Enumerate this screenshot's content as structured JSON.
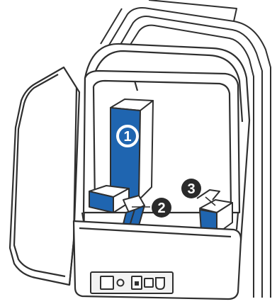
{
  "callouts": [
    {
      "id": "callout-1",
      "label": "1",
      "fill": "#1f65b0"
    },
    {
      "id": "callout-2",
      "label": "2",
      "fill": "#2a2a2a"
    },
    {
      "id": "callout-3",
      "label": "3",
      "fill": "#2a2a2a"
    }
  ],
  "colors": {
    "outline": "#2f2f2f",
    "body": "#ffffff",
    "highlight_blue": "#1f65b0",
    "shadow": "#efefef"
  }
}
